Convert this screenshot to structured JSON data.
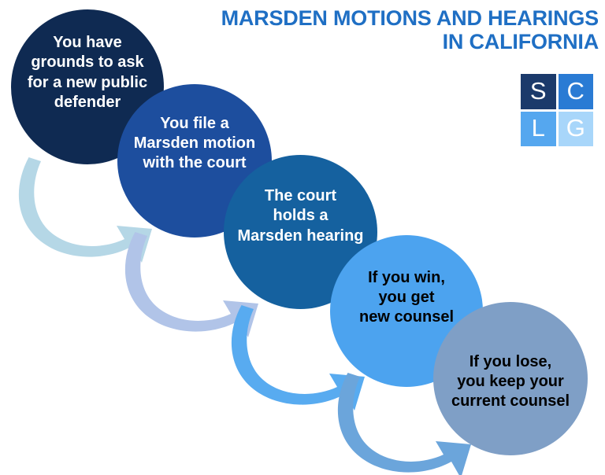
{
  "header": {
    "title": "Marsden motions and hearings\nin California",
    "title_color": "#1f6fc4"
  },
  "logo": {
    "name": "sclg-logo",
    "cells": [
      {
        "letter": "S",
        "color": "#1b3a6b"
      },
      {
        "letter": "C",
        "color": "#2a7bd4"
      },
      {
        "letter": "L",
        "color": "#55a7ef"
      },
      {
        "letter": "G",
        "color": "#a8d6fa"
      }
    ]
  },
  "flow": {
    "steps": [
      {
        "id": "step-grounds",
        "label": "You have\ngrounds to ask\nfor a new public\ndefender",
        "fill": "#0f2a52",
        "text_color": "#ffffff"
      },
      {
        "id": "step-file-motion",
        "label": "You file a\nMarsden motion\nwith the court",
        "fill": "#1d4e9e",
        "text_color": "#ffffff"
      },
      {
        "id": "step-hearing",
        "label": "The court\nholds a\nMarsden hearing",
        "fill": "#15619f",
        "text_color": "#ffffff"
      },
      {
        "id": "step-win",
        "label": "If you win,\nyou get\nnew counsel",
        "fill": "#4ca3ef",
        "text_color": "#000000"
      },
      {
        "id": "step-lose",
        "label": "If you lose,\nyou keep your\ncurrent counsel",
        "fill": "#7f9fc6",
        "text_color": "#000000"
      }
    ],
    "connectors": [
      {
        "id": "arrow-1",
        "color": "#b5d7e6"
      },
      {
        "id": "arrow-2",
        "color": "#b1c4e8"
      },
      {
        "id": "arrow-3",
        "color": "#58abf0"
      },
      {
        "id": "arrow-4",
        "color": "#6ba5db"
      }
    ]
  }
}
